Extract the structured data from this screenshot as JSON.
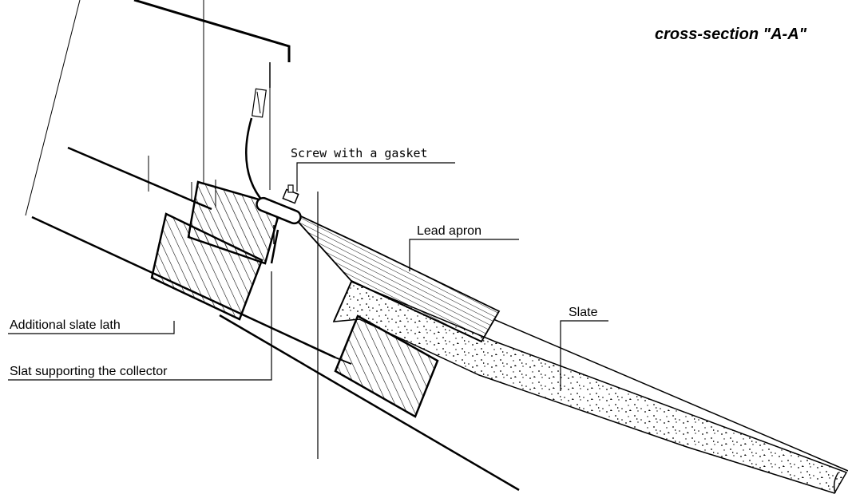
{
  "title": "cross-section \"A-A\"",
  "labels": {
    "screw": "Screw with a gasket",
    "lead_apron": "Lead apron",
    "slate": "Slate",
    "additional_lath": "Additional slate lath",
    "slat_collector": "Slat supporting the collector"
  },
  "colors": {
    "line": "#000000",
    "background": "#ffffff"
  }
}
